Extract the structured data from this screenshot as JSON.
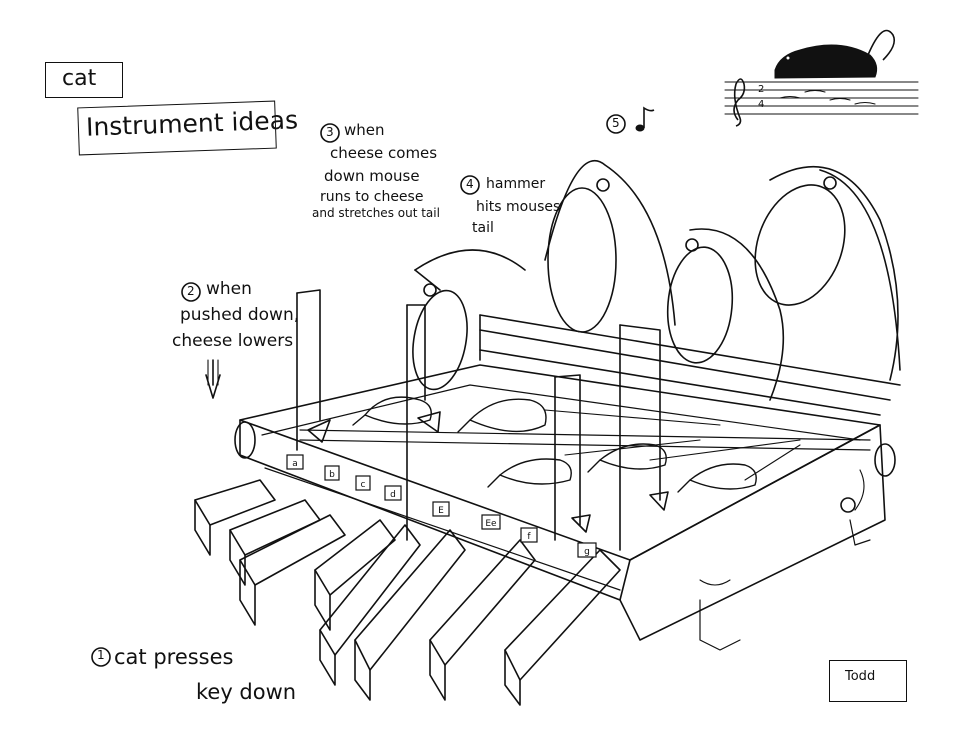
{
  "header": {
    "tag": "cat",
    "title": "Instrument ideas"
  },
  "notes": {
    "step1_num": "1",
    "step1": [
      "cat presses",
      "key down"
    ],
    "step2_num": "2",
    "step2": [
      "when",
      "pushed down,",
      "cheese lowers"
    ],
    "step3_num": "3",
    "step3": [
      "when",
      "cheese comes",
      "down mouse",
      "runs to cheese",
      "and stretches out tail"
    ],
    "step4_num": "4",
    "step4": [
      "hammer",
      "hits mouses",
      "tail"
    ],
    "step5_num": "5"
  },
  "keys": [
    "a",
    "b",
    "c",
    "d",
    "E",
    "Ee",
    "f",
    "g"
  ],
  "signature": "Todd",
  "music": {
    "time_sig_top": "2",
    "time_sig_bottom": "4"
  },
  "colors": {
    "ink": "#111111",
    "paper": "#ffffff"
  },
  "icons": [
    "mouse-silhouette-icon",
    "treble-clef-icon",
    "eighth-note-icon",
    "down-arrow-icon"
  ]
}
